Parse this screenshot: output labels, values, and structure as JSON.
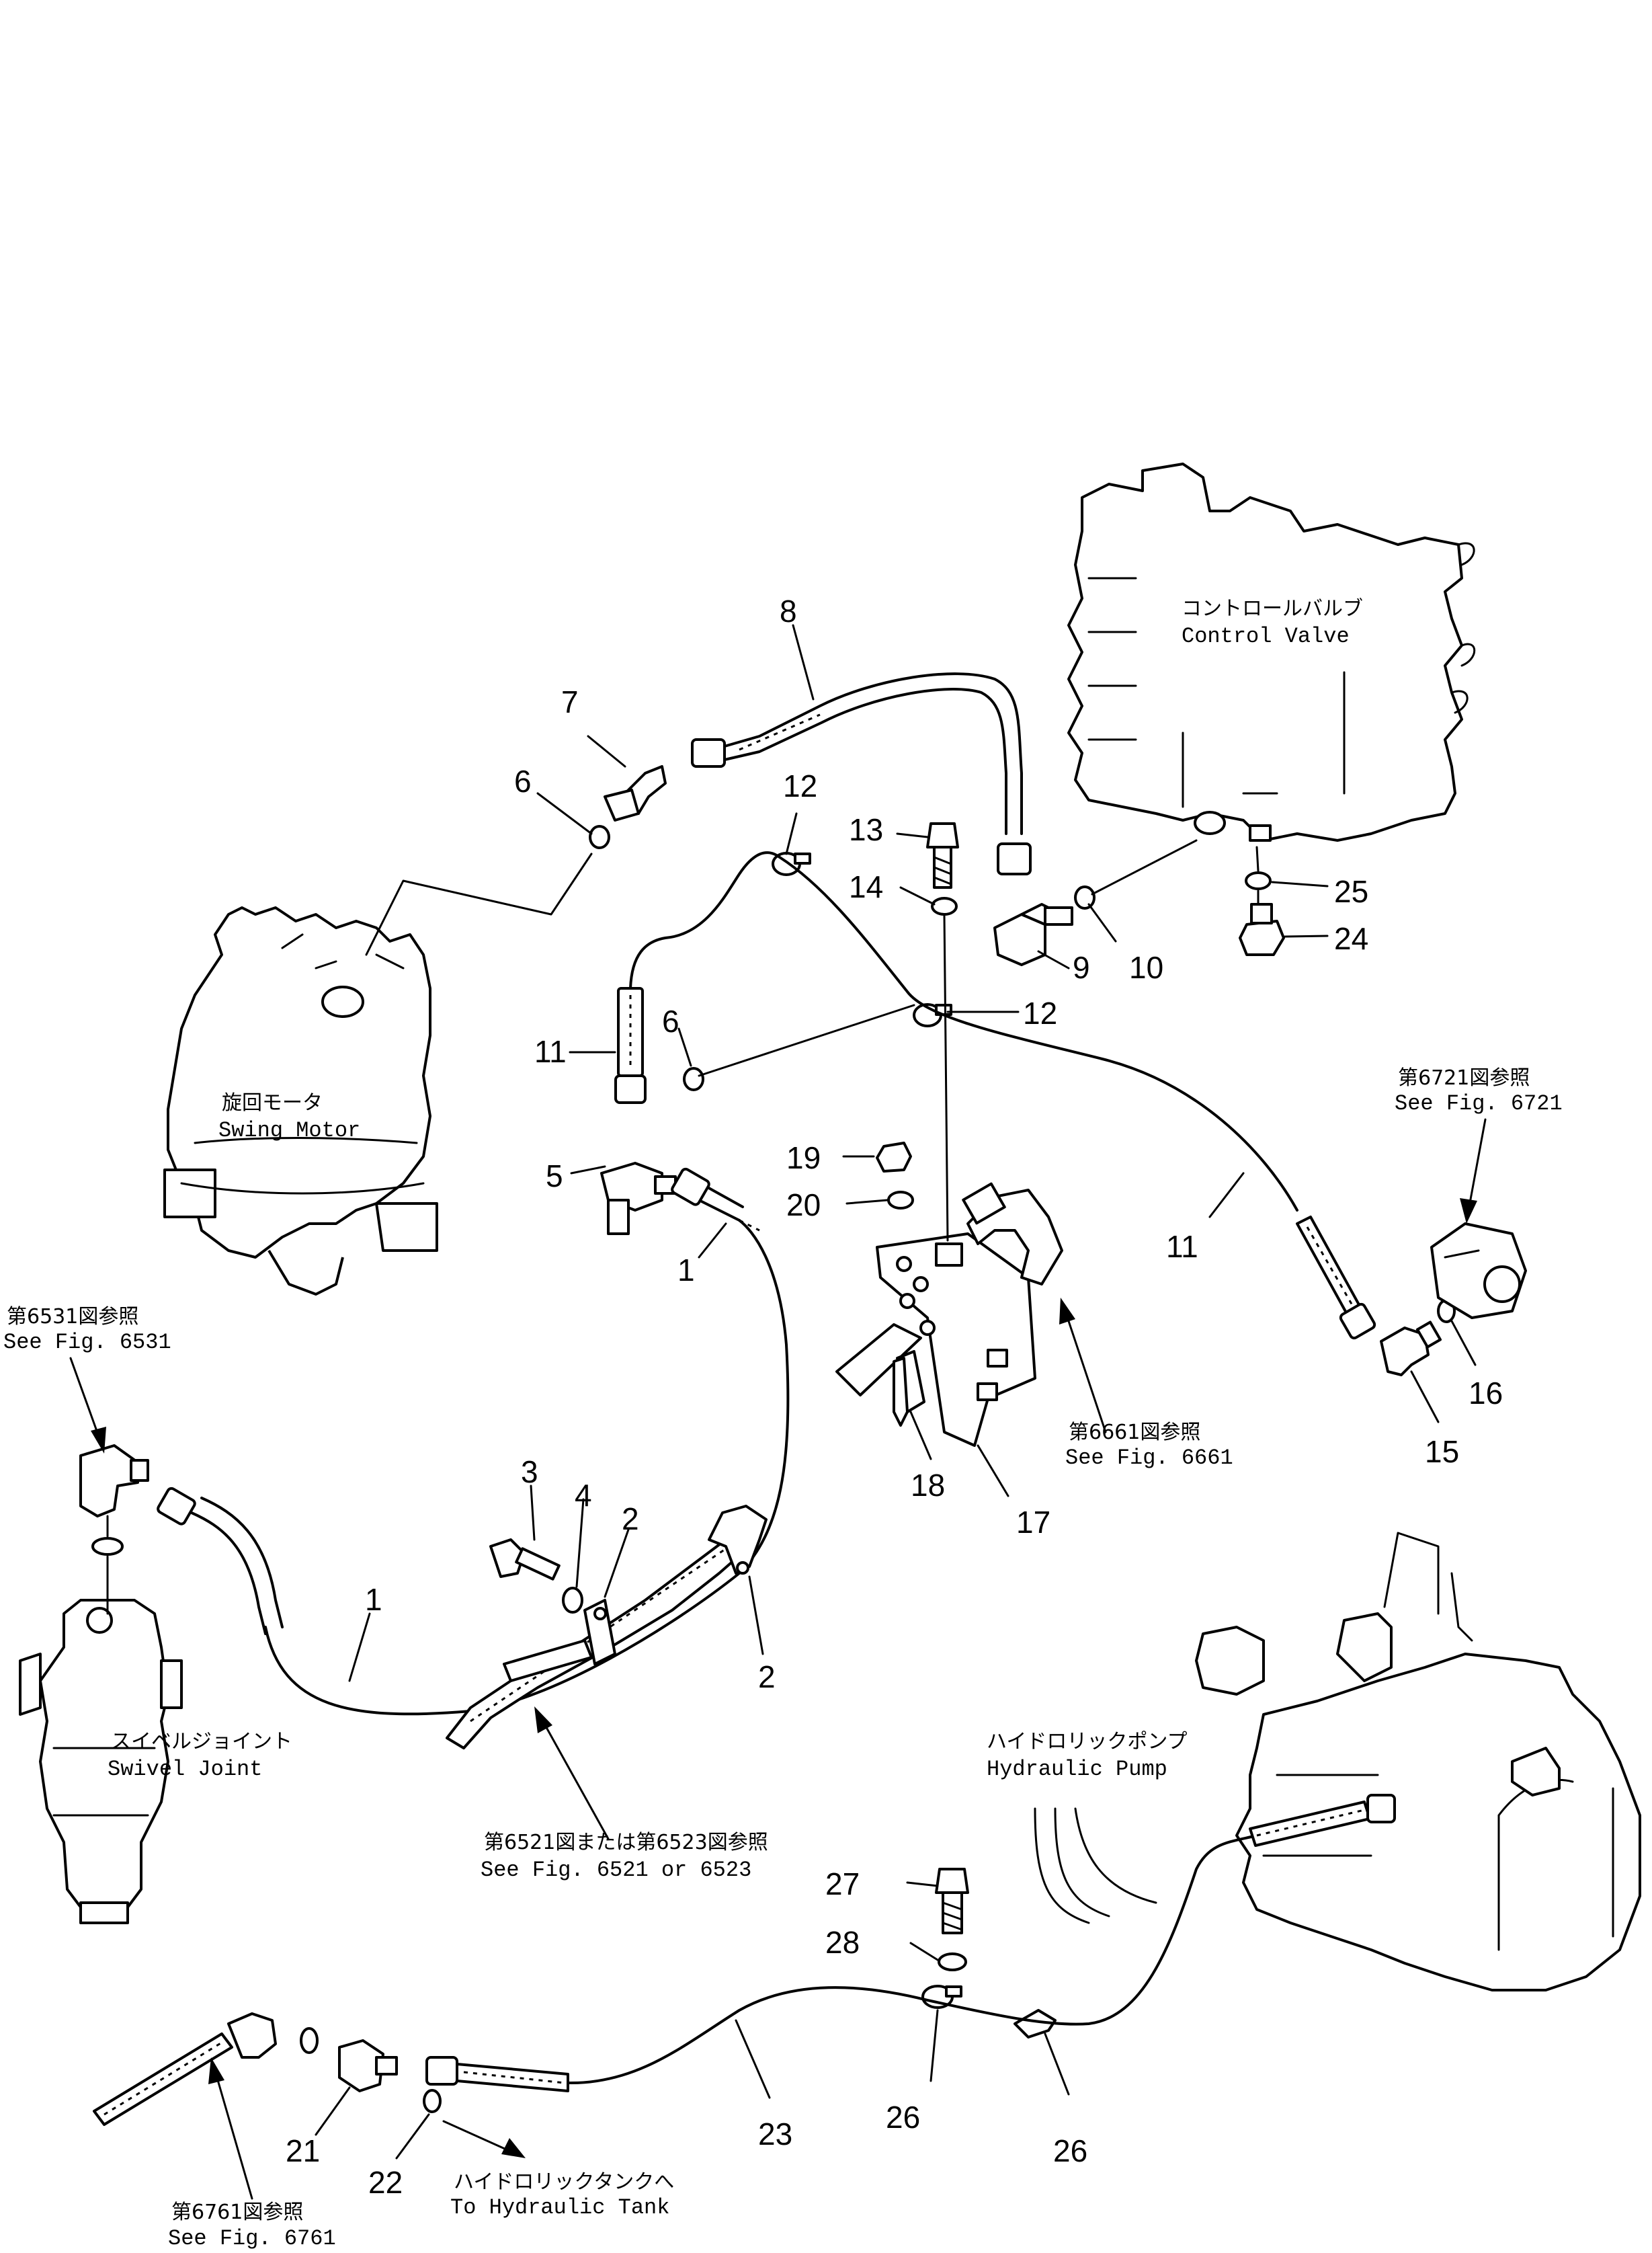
{
  "part_numbers": [
    "1",
    "1",
    "1",
    "2",
    "2",
    "3",
    "4",
    "5",
    "6",
    "6",
    "7",
    "8",
    "9",
    "10",
    "11",
    "11",
    "12",
    "12",
    "13",
    "14",
    "15",
    "16",
    "17",
    "18",
    "19",
    "20",
    "21",
    "22",
    "23",
    "24",
    "25",
    "26",
    "26",
    "27",
    "28"
  ],
  "labels": {
    "control_valve_ja": "コントロールバルブ",
    "control_valve_en": "Control Valve",
    "swing_motor_ja": "旋回モータ",
    "swing_motor_en": "Swing Motor",
    "swivel_joint_ja": "スイベルジョイント",
    "swivel_joint_en": "Swivel Joint",
    "hydraulic_pump_ja": "ハイドロリックポンプ",
    "hydraulic_pump_en": "Hydraulic Pump",
    "ref_6531_ja": "第6531図参照",
    "ref_6531_en": "See Fig. 6531",
    "ref_6721_ja": "第6721図参照",
    "ref_6721_en": "See Fig. 6721",
    "ref_6661_ja": "第6661図参照",
    "ref_6661_en": "See Fig. 6661",
    "ref_6521_ja": "第6521図または第6523図参照",
    "ref_6521_en": "See Fig. 6521 or 6523",
    "ref_6761_ja": "第6761図参照",
    "ref_6761_en": "See Fig. 6761",
    "tank_ja": "ハイドロリックタンクへ",
    "tank_en": "To Hydraulic Tank"
  }
}
